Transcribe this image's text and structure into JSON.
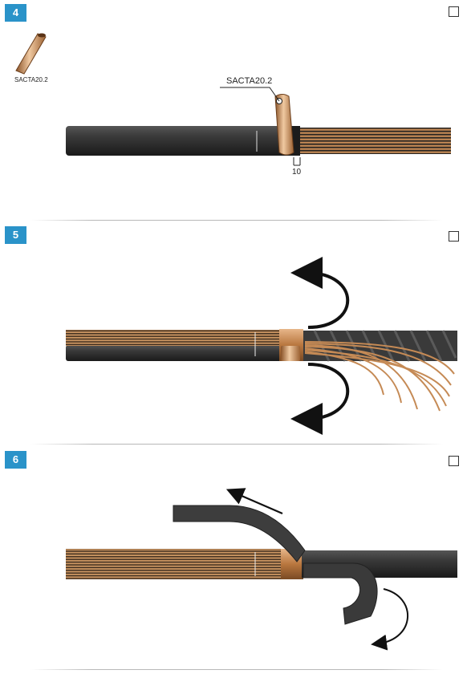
{
  "steps": [
    {
      "number": "4",
      "part_label": "SACTA20.2",
      "callout_label": "SACTA20.2",
      "dimension": "10"
    },
    {
      "number": "5"
    },
    {
      "number": "6"
    }
  ],
  "colors": {
    "badge": "#2a93c9",
    "cable_jacket": "#2f2f2f",
    "copper": "#c98a52"
  }
}
